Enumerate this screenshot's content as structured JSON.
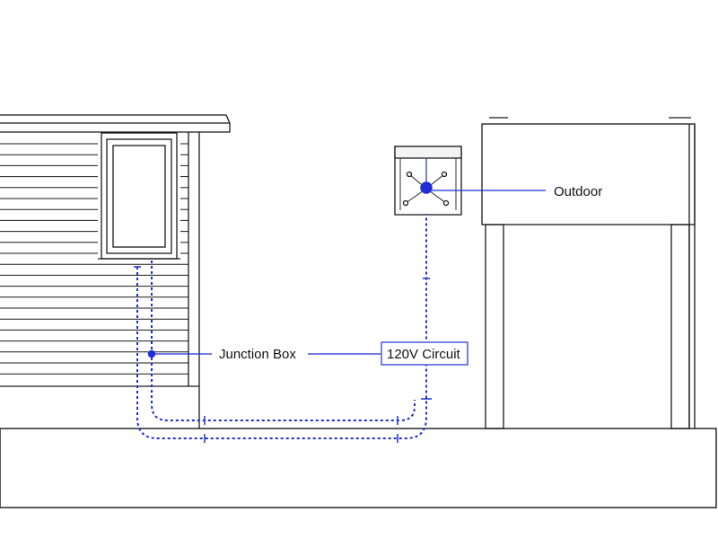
{
  "labels": {
    "outdoor": "Outdoor",
    "junction_box": "Junction Box",
    "circuit": "120V Circuit"
  },
  "colors": {
    "line": "#1a1a1a",
    "wire": "#1f2ed6",
    "background": "#ffffff"
  }
}
